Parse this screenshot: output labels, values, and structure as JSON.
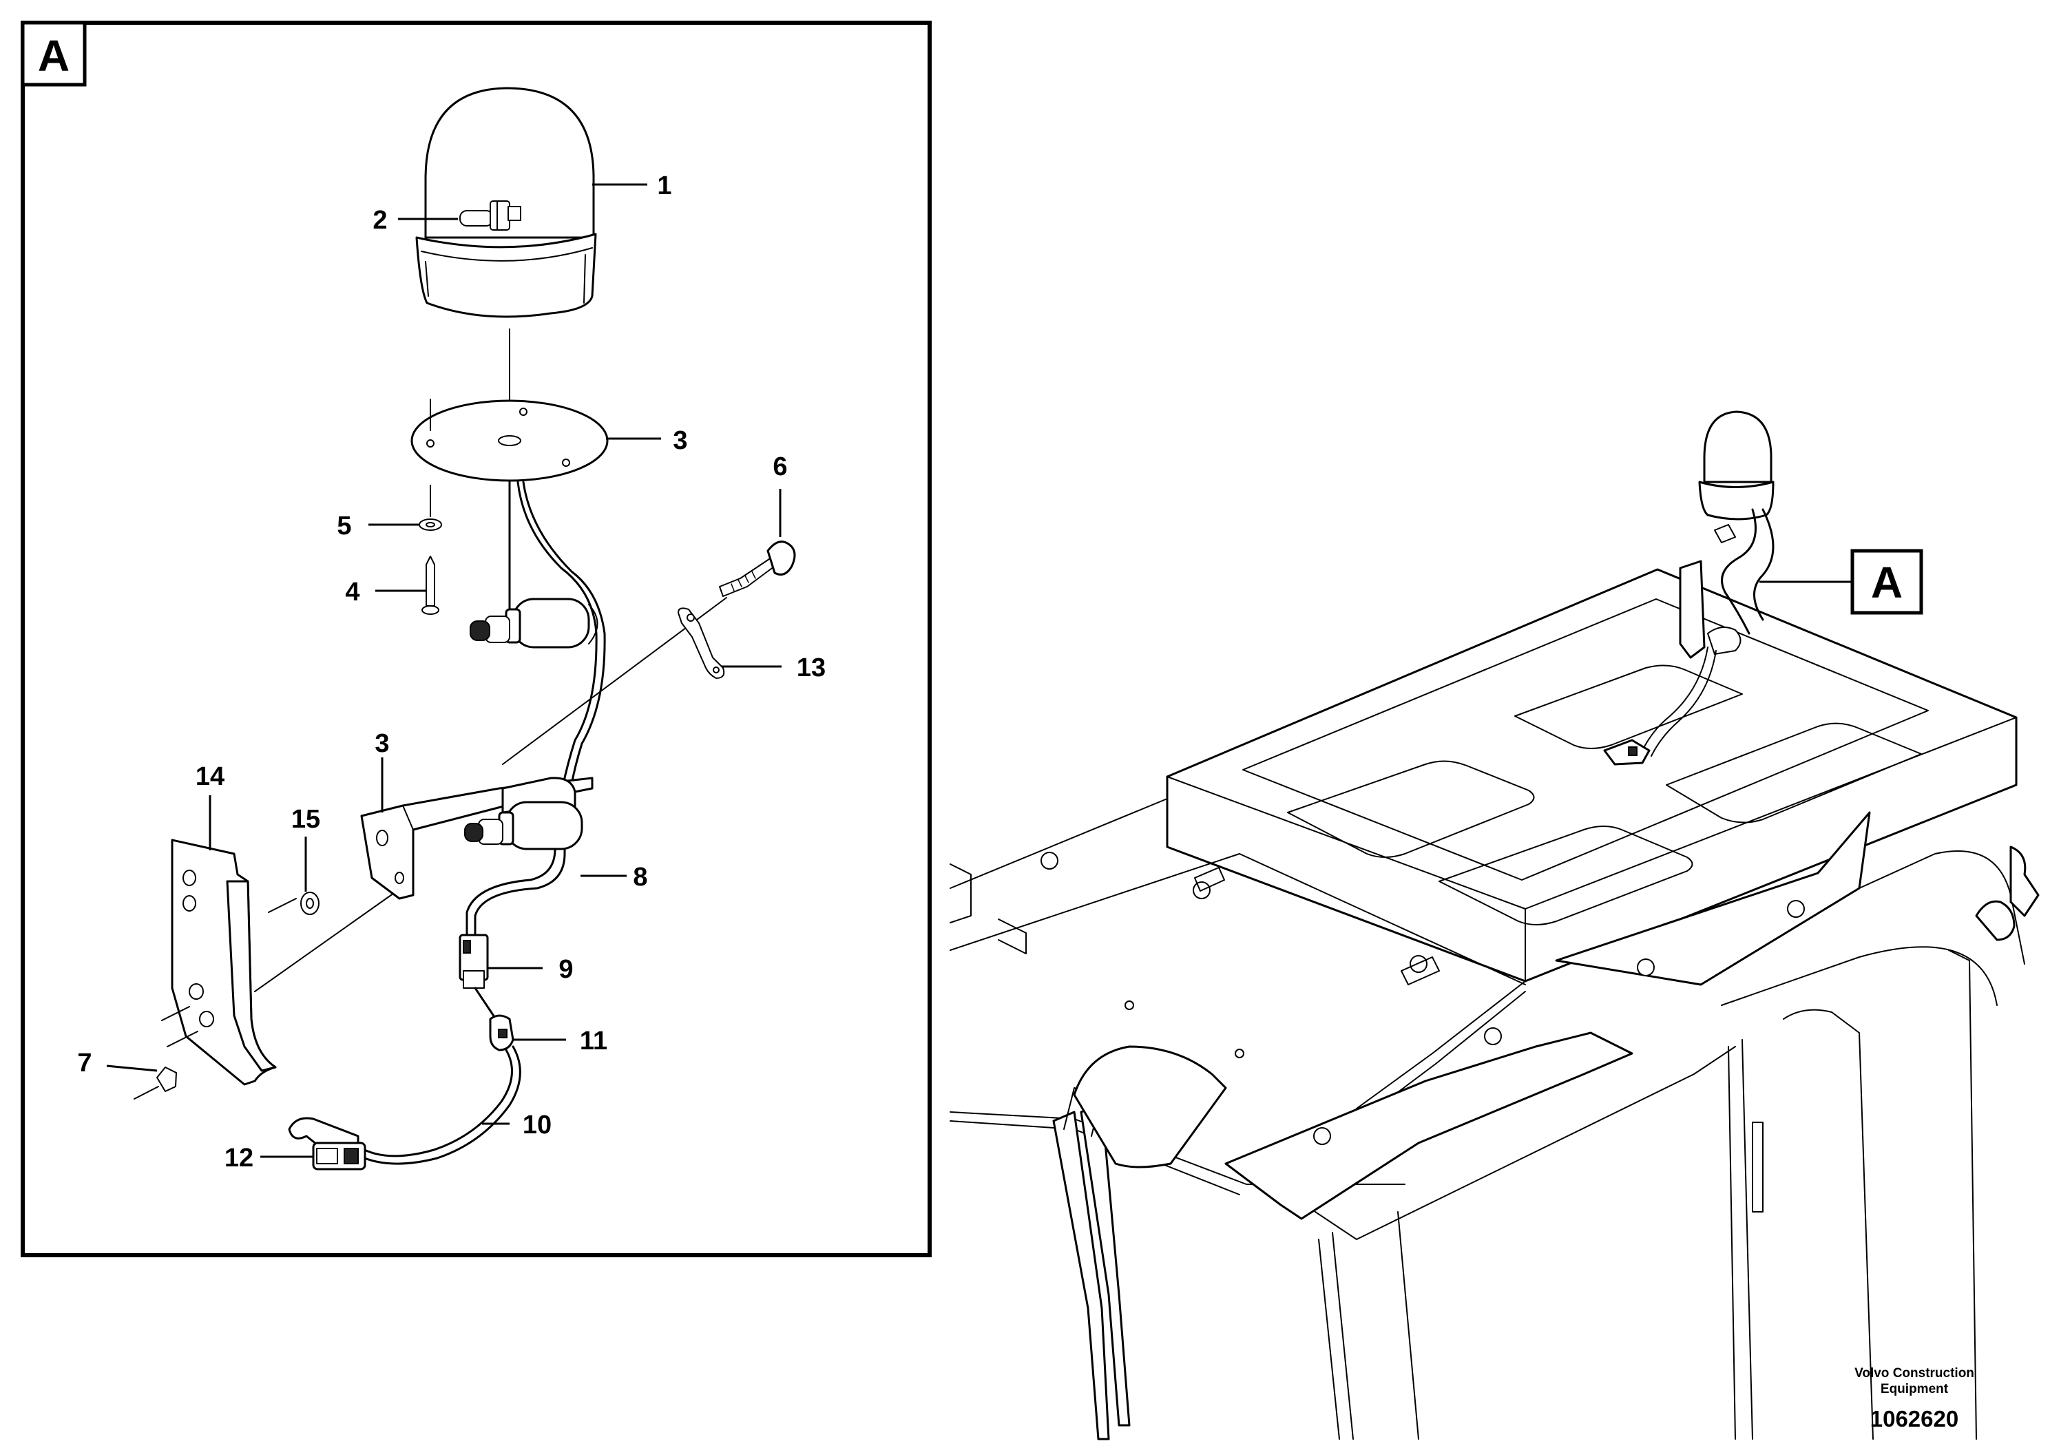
{
  "detail_label": "A",
  "callouts": {
    "c1": "1",
    "c2": "2",
    "c3a": "3",
    "c3b": "3",
    "c4": "4",
    "c5": "5",
    "c6": "6",
    "c7": "7",
    "c8": "8",
    "c9": "9",
    "c10": "10",
    "c11": "11",
    "c12": "12",
    "c13": "13",
    "c14": "14",
    "c15": "15"
  },
  "reference_label": "A",
  "credit": {
    "line1": "Volvo Construction",
    "line2": "Equipment"
  },
  "document_number": "1062620"
}
